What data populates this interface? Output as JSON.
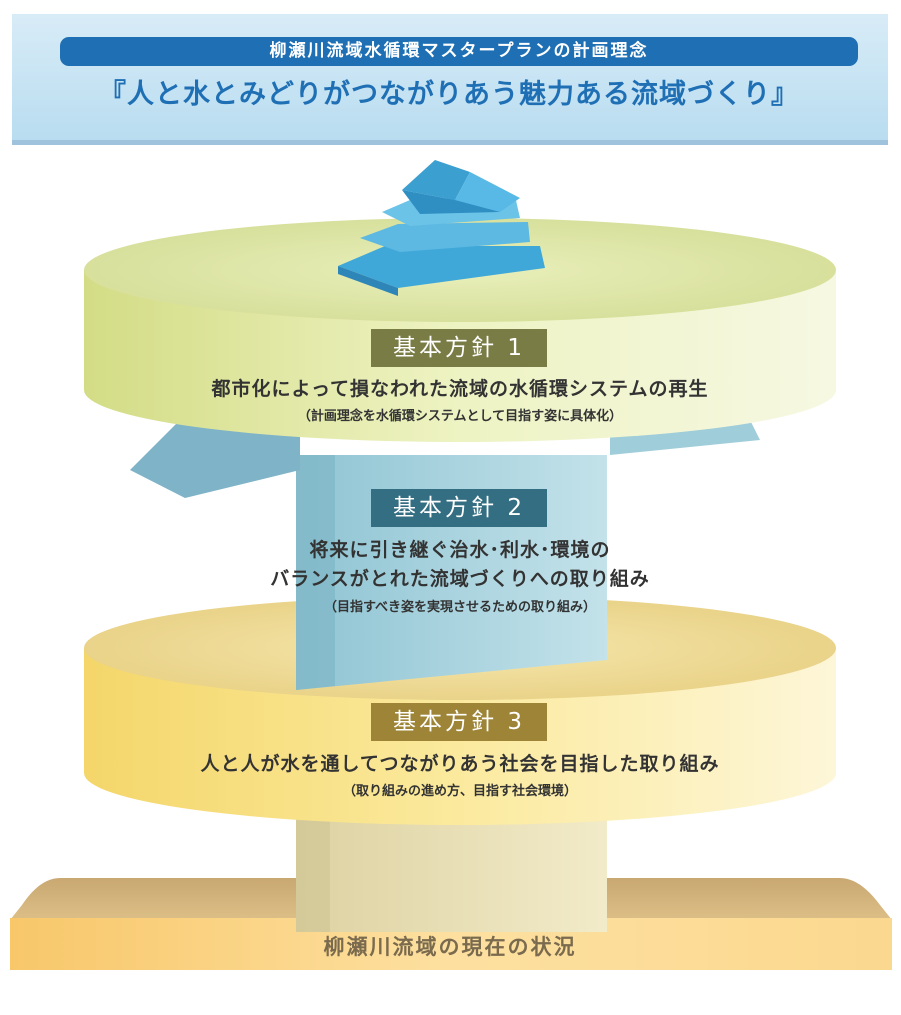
{
  "header": {
    "subtitle": "柳瀬川流域水循環マスタープランの計画理念",
    "title": "『人と水とみどりがつながりあう魅力ある流域づくり』"
  },
  "policies": [
    {
      "tag": "基本方針 1",
      "lines": [
        "都市化によって損なわれた流域の水循環システムの再生"
      ],
      "note": "（計画理念を水循環システムとして目指す姿に具体化）"
    },
    {
      "tag": "基本方針 2",
      "lines": [
        "将来に引き継ぐ治水･利水･環境の",
        "バランスがとれた流域づくりへの取り組み"
      ],
      "note": "（目指すべき姿を実現させるための取り組み）"
    },
    {
      "tag": "基本方針 3",
      "lines": [
        "人と人が水を通してつながりあう社会を目指した取り組み"
      ],
      "note": "（取り組みの進め方、目指す社会環境）"
    }
  ],
  "base": {
    "label": "柳瀬川流域の現在の状況"
  },
  "colors": {
    "header_band": "#cfe6f3",
    "header_label_bg": "#1e6fb3",
    "title_text": "#1f6fb5",
    "tier1": "#dfe7a6",
    "tier2": "#a6d1dc",
    "tier3": "#f7e395",
    "base": "#d9b87c",
    "base_front": "#fbd78f"
  }
}
